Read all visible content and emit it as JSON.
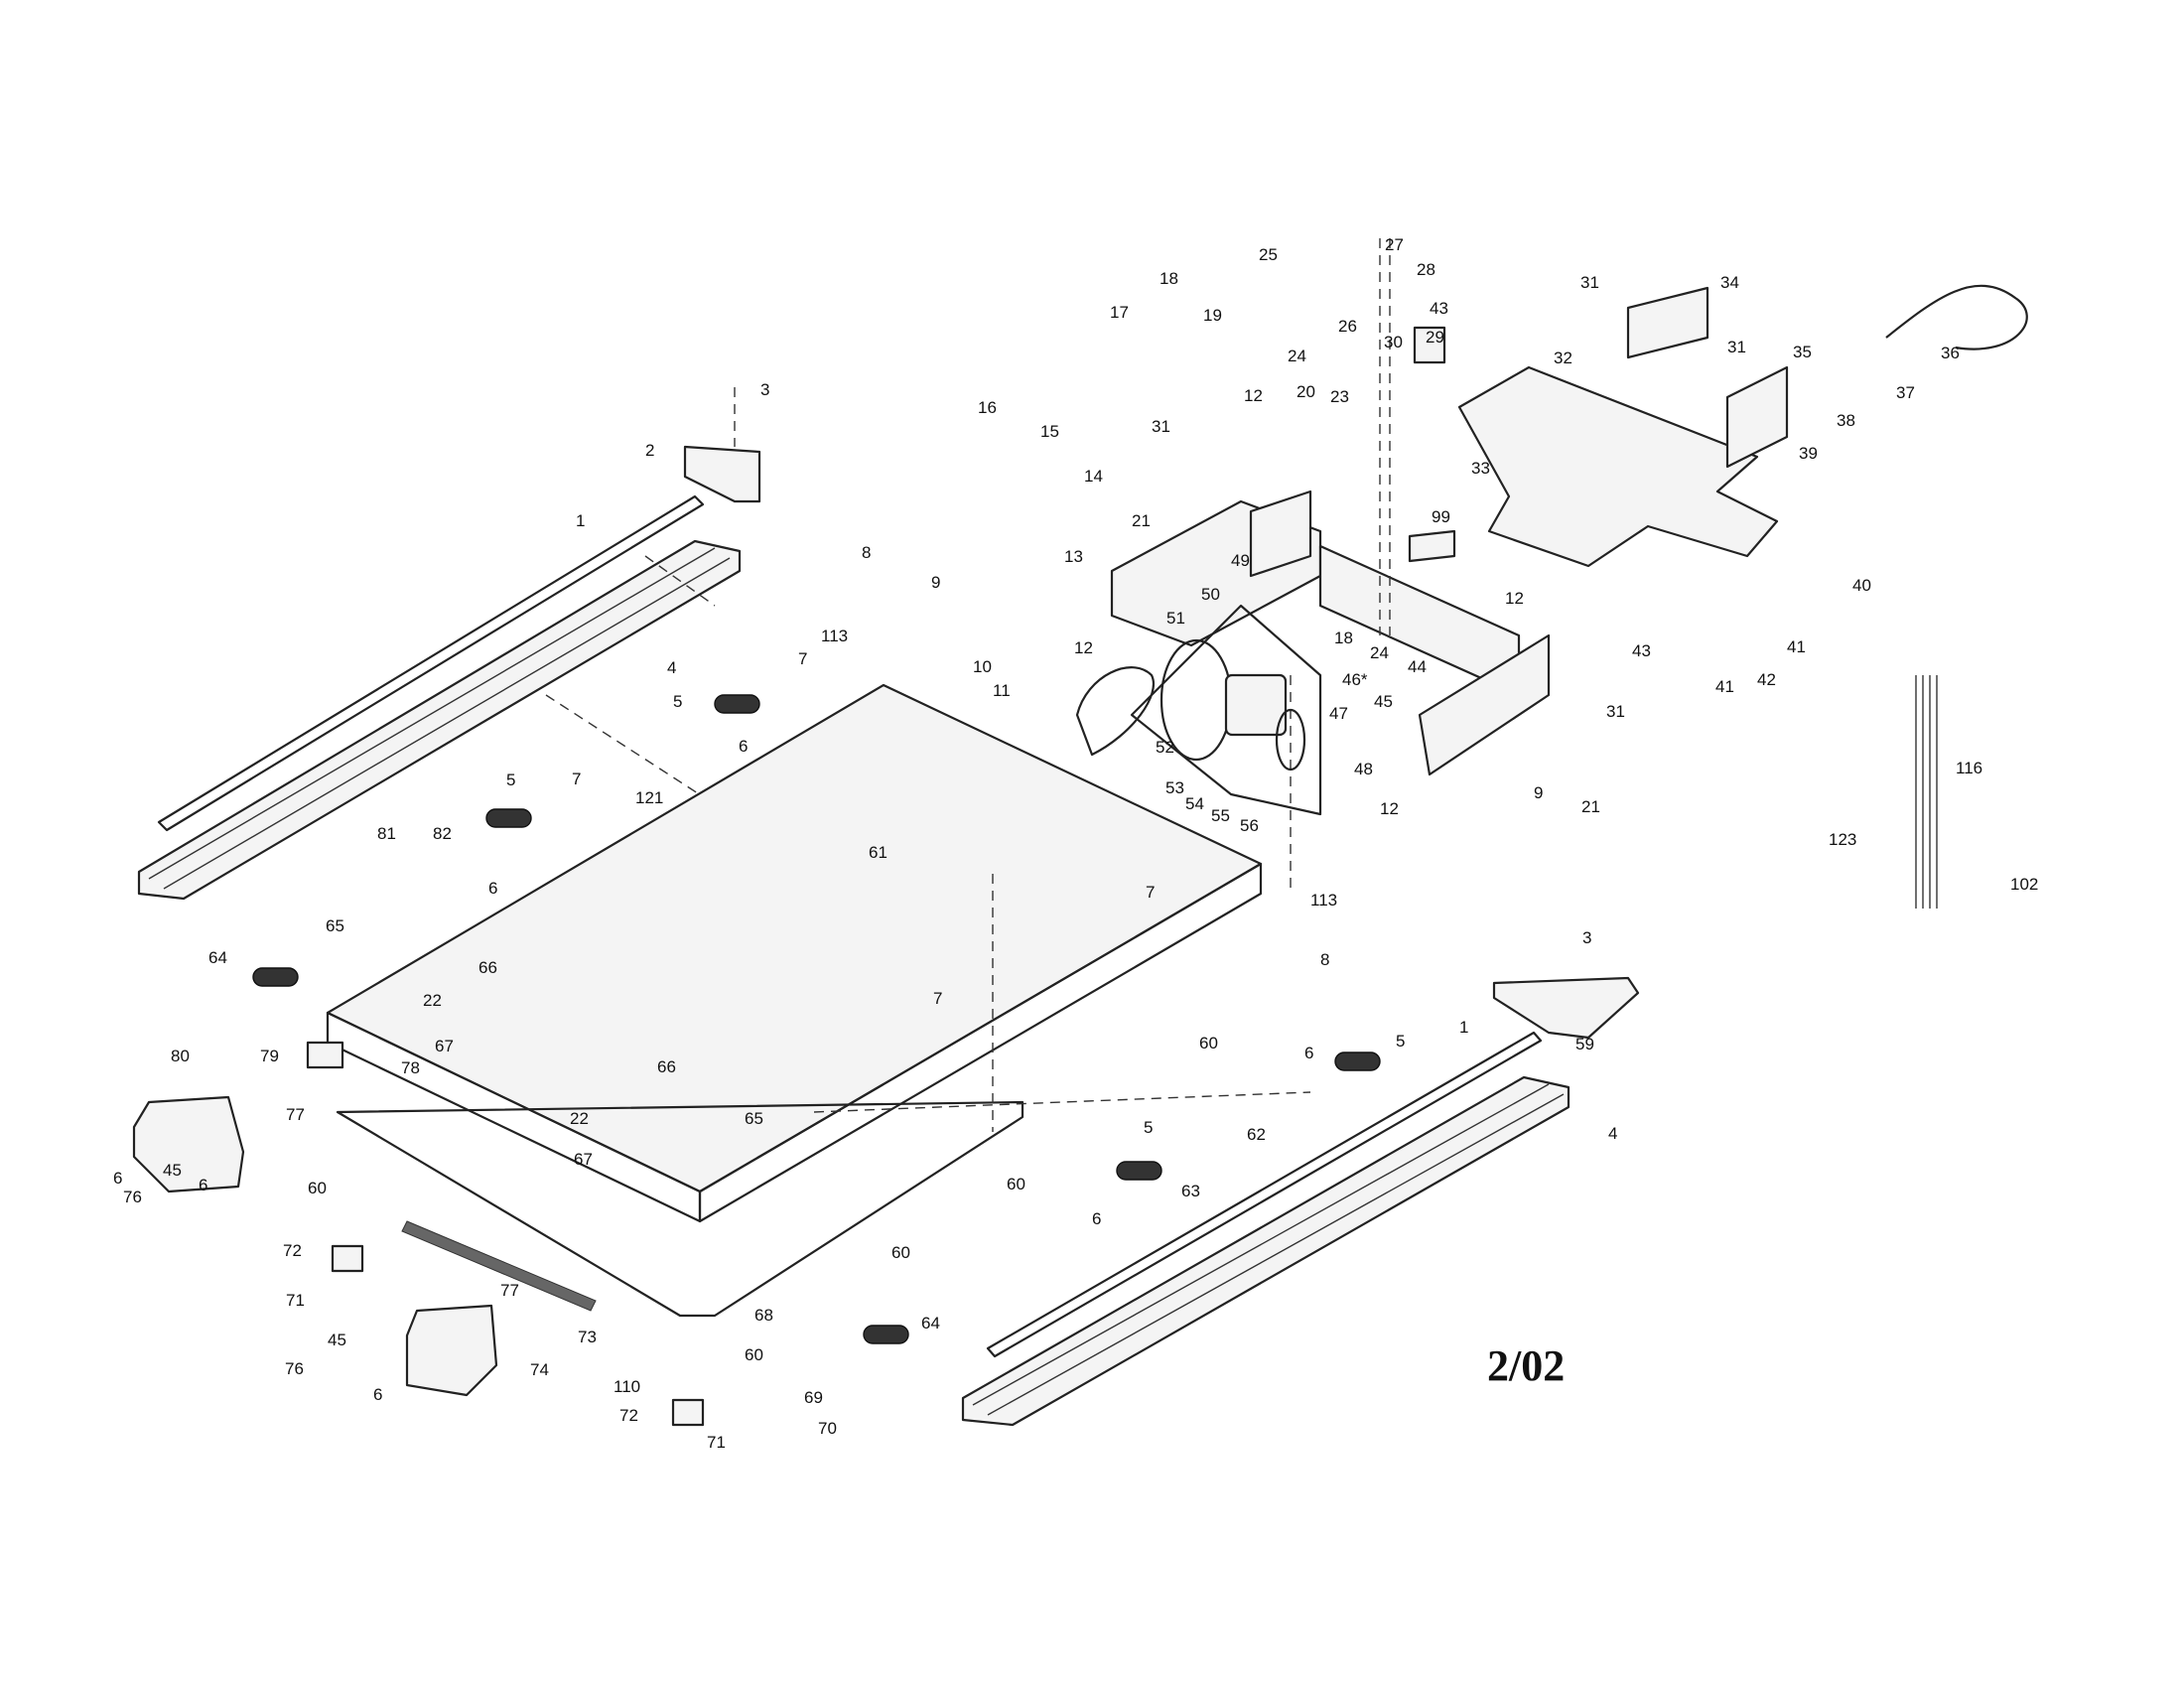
{
  "diagram": {
    "date_label": "2/02",
    "callouts": [
      {
        "id": "c-3a",
        "text": "3"
      },
      {
        "id": "c-2",
        "text": "2"
      },
      {
        "id": "c-1a",
        "text": "1"
      },
      {
        "id": "c-4a",
        "text": "4"
      },
      {
        "id": "c-17",
        "text": "17"
      },
      {
        "id": "c-18a",
        "text": "18"
      },
      {
        "id": "c-25",
        "text": "25"
      },
      {
        "id": "c-27",
        "text": "27"
      },
      {
        "id": "c-28",
        "text": "28"
      },
      {
        "id": "c-43a",
        "text": "43"
      },
      {
        "id": "c-19",
        "text": "19"
      },
      {
        "id": "c-26",
        "text": "26"
      },
      {
        "id": "c-24a",
        "text": "24"
      },
      {
        "id": "c-30",
        "text": "30"
      },
      {
        "id": "c-29",
        "text": "29"
      },
      {
        "id": "c-31a",
        "text": "31"
      },
      {
        "id": "c-34",
        "text": "34"
      },
      {
        "id": "c-32",
        "text": "32"
      },
      {
        "id": "c-31b",
        "text": "31"
      },
      {
        "id": "c-35",
        "text": "35"
      },
      {
        "id": "c-36",
        "text": "36"
      },
      {
        "id": "c-37",
        "text": "37"
      },
      {
        "id": "c-38",
        "text": "38"
      },
      {
        "id": "c-39",
        "text": "39"
      },
      {
        "id": "c-33",
        "text": "33"
      },
      {
        "id": "c-16",
        "text": "16"
      },
      {
        "id": "c-15",
        "text": "15"
      },
      {
        "id": "c-14",
        "text": "14"
      },
      {
        "id": "c-31c",
        "text": "31"
      },
      {
        "id": "c-12a",
        "text": "12"
      },
      {
        "id": "c-20",
        "text": "20"
      },
      {
        "id": "c-23",
        "text": "23"
      },
      {
        "id": "c-21a",
        "text": "21"
      },
      {
        "id": "c-13",
        "text": "13"
      },
      {
        "id": "c-99",
        "text": "99"
      },
      {
        "id": "c-8a",
        "text": "8"
      },
      {
        "id": "c-9a",
        "text": "9"
      },
      {
        "id": "c-113a",
        "text": "113"
      },
      {
        "id": "c-10",
        "text": "10"
      },
      {
        "id": "c-7a",
        "text": "7"
      },
      {
        "id": "c-11",
        "text": "11"
      },
      {
        "id": "c-12b",
        "text": "12"
      },
      {
        "id": "c-51",
        "text": "51"
      },
      {
        "id": "c-50",
        "text": "50"
      },
      {
        "id": "c-49",
        "text": "49"
      },
      {
        "id": "c-18b",
        "text": "18"
      },
      {
        "id": "c-24b",
        "text": "24"
      },
      {
        "id": "c-12c",
        "text": "12"
      },
      {
        "id": "c-43b",
        "text": "43"
      },
      {
        "id": "c-40",
        "text": "40"
      },
      {
        "id": "c-41a",
        "text": "41"
      },
      {
        "id": "c-41b",
        "text": "41"
      },
      {
        "id": "c-42",
        "text": "42"
      },
      {
        "id": "c-46",
        "text": "46*"
      },
      {
        "id": "c-44",
        "text": "44"
      },
      {
        "id": "c-45a",
        "text": "45"
      },
      {
        "id": "c-47",
        "text": "47"
      },
      {
        "id": "c-31d",
        "text": "31"
      },
      {
        "id": "c-52",
        "text": "52"
      },
      {
        "id": "c-48",
        "text": "48"
      },
      {
        "id": "c-21b",
        "text": "21"
      },
      {
        "id": "c-53",
        "text": "53"
      },
      {
        "id": "c-54",
        "text": "54"
      },
      {
        "id": "c-55",
        "text": "55"
      },
      {
        "id": "c-56",
        "text": "56"
      },
      {
        "id": "c-12d",
        "text": "12"
      },
      {
        "id": "c-9b",
        "text": "9"
      },
      {
        "id": "c-116",
        "text": "116"
      },
      {
        "id": "c-123",
        "text": "123"
      },
      {
        "id": "c-102",
        "text": "102"
      },
      {
        "id": "c-5a",
        "text": "5"
      },
      {
        "id": "c-6a",
        "text": "6"
      },
      {
        "id": "c-121",
        "text": "121"
      },
      {
        "id": "c-7b",
        "text": "7"
      },
      {
        "id": "c-5b",
        "text": "5"
      },
      {
        "id": "c-61",
        "text": "61"
      },
      {
        "id": "c-81",
        "text": "81"
      },
      {
        "id": "c-82",
        "text": "82"
      },
      {
        "id": "c-6b",
        "text": "6"
      },
      {
        "id": "c-7c",
        "text": "7"
      },
      {
        "id": "c-113b",
        "text": "113"
      },
      {
        "id": "c-8b",
        "text": "8"
      },
      {
        "id": "c-65a",
        "text": "65"
      },
      {
        "id": "c-64a",
        "text": "64"
      },
      {
        "id": "c-66a",
        "text": "66"
      },
      {
        "id": "c-22a",
        "text": "22"
      },
      {
        "id": "c-3b",
        "text": "3"
      },
      {
        "id": "c-59",
        "text": "59"
      },
      {
        "id": "c-80",
        "text": "80"
      },
      {
        "id": "c-79",
        "text": "79"
      },
      {
        "id": "c-67a",
        "text": "67"
      },
      {
        "id": "c-78",
        "text": "78"
      },
      {
        "id": "c-7d",
        "text": "7"
      },
      {
        "id": "c-60a",
        "text": "60"
      },
      {
        "id": "c-6c",
        "text": "6"
      },
      {
        "id": "c-5c",
        "text": "5"
      },
      {
        "id": "c-1b",
        "text": "1"
      },
      {
        "id": "c-4b",
        "text": "4"
      },
      {
        "id": "c-77a",
        "text": "77"
      },
      {
        "id": "c-66b",
        "text": "66"
      },
      {
        "id": "c-22b",
        "text": "22"
      },
      {
        "id": "c-65b",
        "text": "65"
      },
      {
        "id": "c-62",
        "text": "62"
      },
      {
        "id": "c-6d",
        "text": "6"
      },
      {
        "id": "c-45b",
        "text": "45"
      },
      {
        "id": "c-6e",
        "text": "6"
      },
      {
        "id": "c-76a",
        "text": "76"
      },
      {
        "id": "c-67b",
        "text": "67"
      },
      {
        "id": "c-60b",
        "text": "60"
      },
      {
        "id": "c-60c",
        "text": "60"
      },
      {
        "id": "c-5d",
        "text": "5"
      },
      {
        "id": "c-63",
        "text": "63"
      },
      {
        "id": "c-6f",
        "text": "6"
      },
      {
        "id": "c-72a",
        "text": "72"
      },
      {
        "id": "c-71a",
        "text": "71"
      },
      {
        "id": "c-77b",
        "text": "77"
      },
      {
        "id": "c-73",
        "text": "73"
      },
      {
        "id": "c-60d",
        "text": "60"
      },
      {
        "id": "c-68",
        "text": "68"
      },
      {
        "id": "c-64b",
        "text": "64"
      },
      {
        "id": "c-45c",
        "text": "45"
      },
      {
        "id": "c-74",
        "text": "74"
      },
      {
        "id": "c-76b",
        "text": "76"
      },
      {
        "id": "c-6g",
        "text": "6"
      },
      {
        "id": "c-60e",
        "text": "60"
      },
      {
        "id": "c-110",
        "text": "110"
      },
      {
        "id": "c-69",
        "text": "69"
      },
      {
        "id": "c-72b",
        "text": "72"
      },
      {
        "id": "c-70",
        "text": "70"
      },
      {
        "id": "c-71b",
        "text": "71"
      }
    ]
  }
}
